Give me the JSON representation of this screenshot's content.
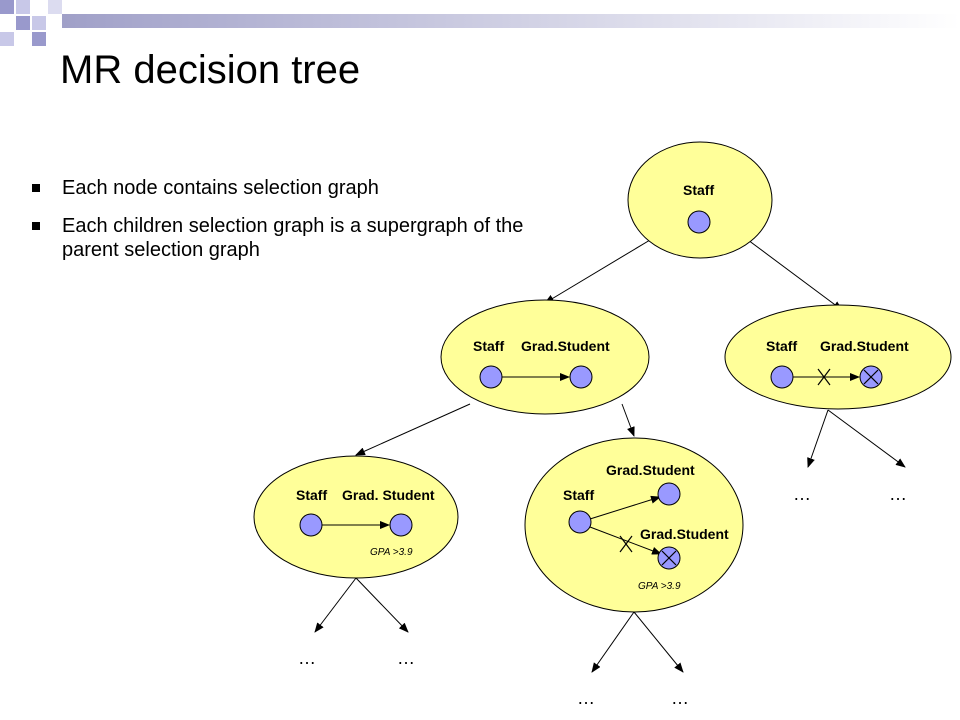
{
  "title": "MR decision tree",
  "bullets": [
    "Each node contains selection graph",
    "Each children selection graph is a supergraph of the parent selection graph"
  ],
  "colors": {
    "node_fill": "#ffff99",
    "vertex_fill": "#9999ff",
    "line": "#000000"
  },
  "nodes": {
    "root": {
      "label": "Staff"
    },
    "left_level1": {
      "label_a": "Staff",
      "label_b": "Grad.Student"
    },
    "right_level1": {
      "label_a": "Staff",
      "label_b": "Grad.Student"
    },
    "left_level2": {
      "label_a": "Staff",
      "label_b": "Grad. Student",
      "condition": "GPA >3.9"
    },
    "mid_level2": {
      "label_staff": "Staff",
      "label_top": "Grad.Student",
      "label_bottom": "Grad.Student",
      "condition": "GPA >3.9"
    }
  },
  "ellipsis": "…"
}
